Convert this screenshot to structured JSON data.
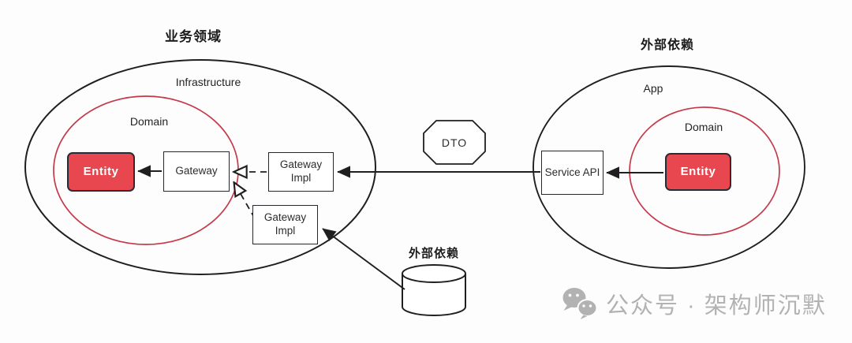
{
  "colors": {
    "entity_fill": "#e84750",
    "entity_border": "#2b2b33",
    "domain_ellipse_stroke": "#c63949",
    "line_stroke": "#1f1f1f",
    "watermark_gray": "#b2b2b2",
    "background": "#fdfdfd"
  },
  "business_domain": {
    "title": "业务领域",
    "layer_label": "Infrastructure",
    "domain_label": "Domain",
    "entity_label": "Entity",
    "gateway_label": "Gateway",
    "gateway_impl_top_label": "Gateway Impl",
    "gateway_impl_bottom_label": "Gateway Impl"
  },
  "transfer_object": {
    "dto_label": "DTO"
  },
  "external_system": {
    "title": "外部依赖",
    "layer_label": "App",
    "domain_label": "Domain",
    "entity_label": "Entity",
    "service_api_label": "Service API"
  },
  "external_database": {
    "label": "外部依赖"
  },
  "watermark": {
    "text": "公众号 · 架构师沉默"
  }
}
